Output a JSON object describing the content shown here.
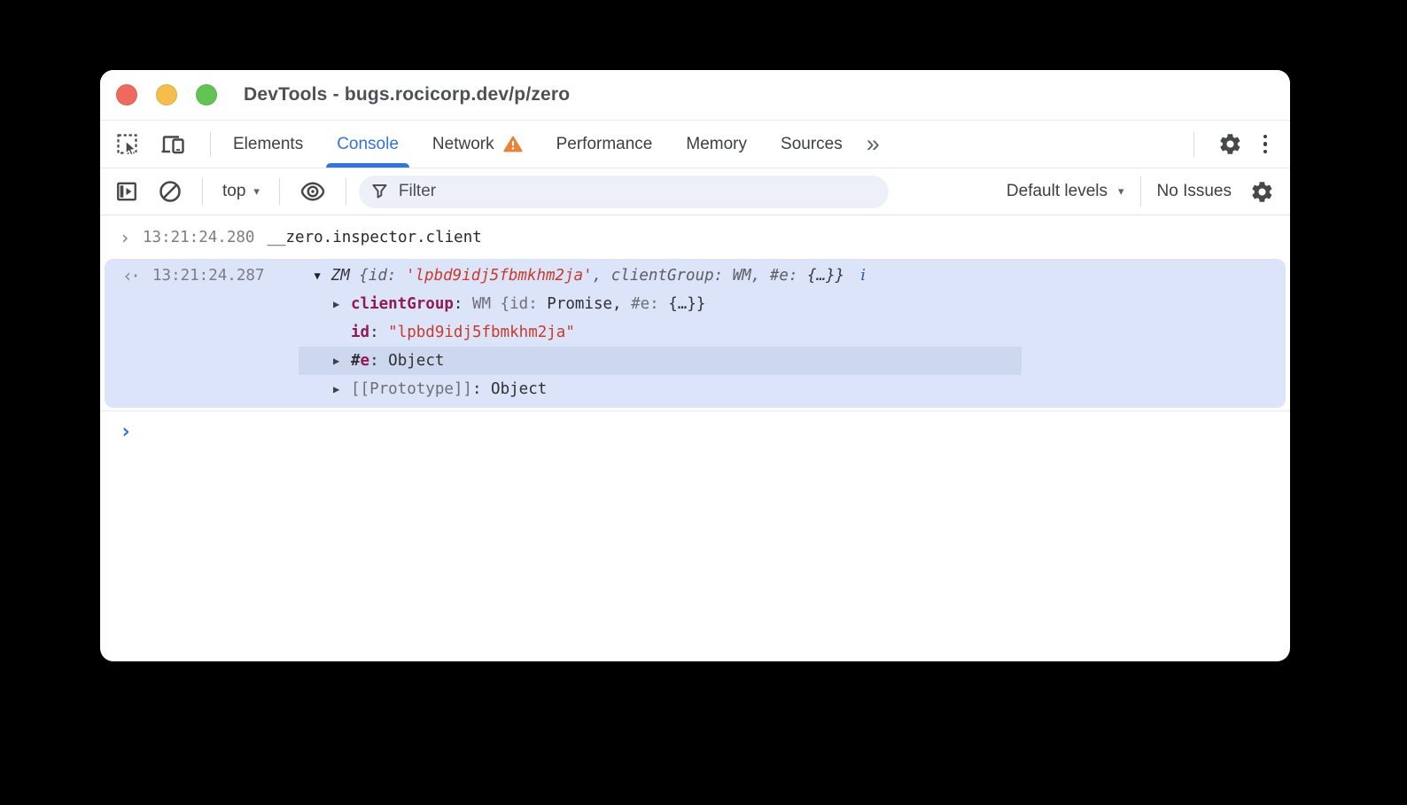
{
  "colors": {
    "accent_blue": "#3273dc",
    "prompt_blue": "#2e6ae3",
    "string_red": "#c93a2c",
    "property_purple": "#8f1a55",
    "warning_orange": "#e8833a",
    "timestamp_gray": "#7d7d82",
    "result_block_bg": "#dce4fa",
    "highlight_row_bg": "#cdd7ee",
    "filter_pill_bg": "#edf0f9"
  },
  "icons": {
    "prompt_chevron": "›",
    "result_marker": "‹·",
    "twisty_open": "▼",
    "twisty_closed": "▶",
    "caret_down": "▾",
    "more_tabs": "»"
  },
  "window": {
    "title": "DevTools - bugs.rocicorp.dev/p/zero"
  },
  "tab_bar": {
    "tabs": [
      {
        "label": "Elements"
      },
      {
        "label": "Console"
      },
      {
        "label": "Network"
      },
      {
        "label": "Performance"
      },
      {
        "label": "Memory"
      },
      {
        "label": "Sources"
      }
    ],
    "active_tab": "Console"
  },
  "toolbar": {
    "context_label": "top",
    "filter_placeholder": "Filter",
    "levels_label": "Default levels",
    "issues_label": "No Issues"
  },
  "console": {
    "command": {
      "timestamp": "13:21:24.280",
      "expression": "__zero.inspector.client"
    },
    "result": {
      "timestamp": "13:21:24.287",
      "preview": {
        "class_name": "ZM ",
        "open_key": "{id: ",
        "id_value": "'lpbd9idj5fbmkhm2ja'",
        "sep1": ", ",
        "cg_key": "clientGroup: ",
        "cg_value": "WM",
        "sep2": ", ",
        "e_key": "#e: ",
        "e_value": "{…}",
        "close": "}",
        "info_hint": "i"
      },
      "children": {
        "client_group": {
          "name": "clientGroup",
          "colon": ": ",
          "pv_gray1": "WM {id: ",
          "pv_dark1": "Promise, ",
          "pv_gray2": "#e: ",
          "pv_dark2": "{…}}"
        },
        "id": {
          "name": "id",
          "colon": ": ",
          "value": "\"lpbd9idj5fbmkhm2ja\""
        },
        "private_e": {
          "hash": "#",
          "name": "e",
          "colon": ": ",
          "value": "Object"
        },
        "prototype": {
          "name": "[[Prototype]]",
          "colon": ": ",
          "value": "Object"
        }
      }
    }
  }
}
